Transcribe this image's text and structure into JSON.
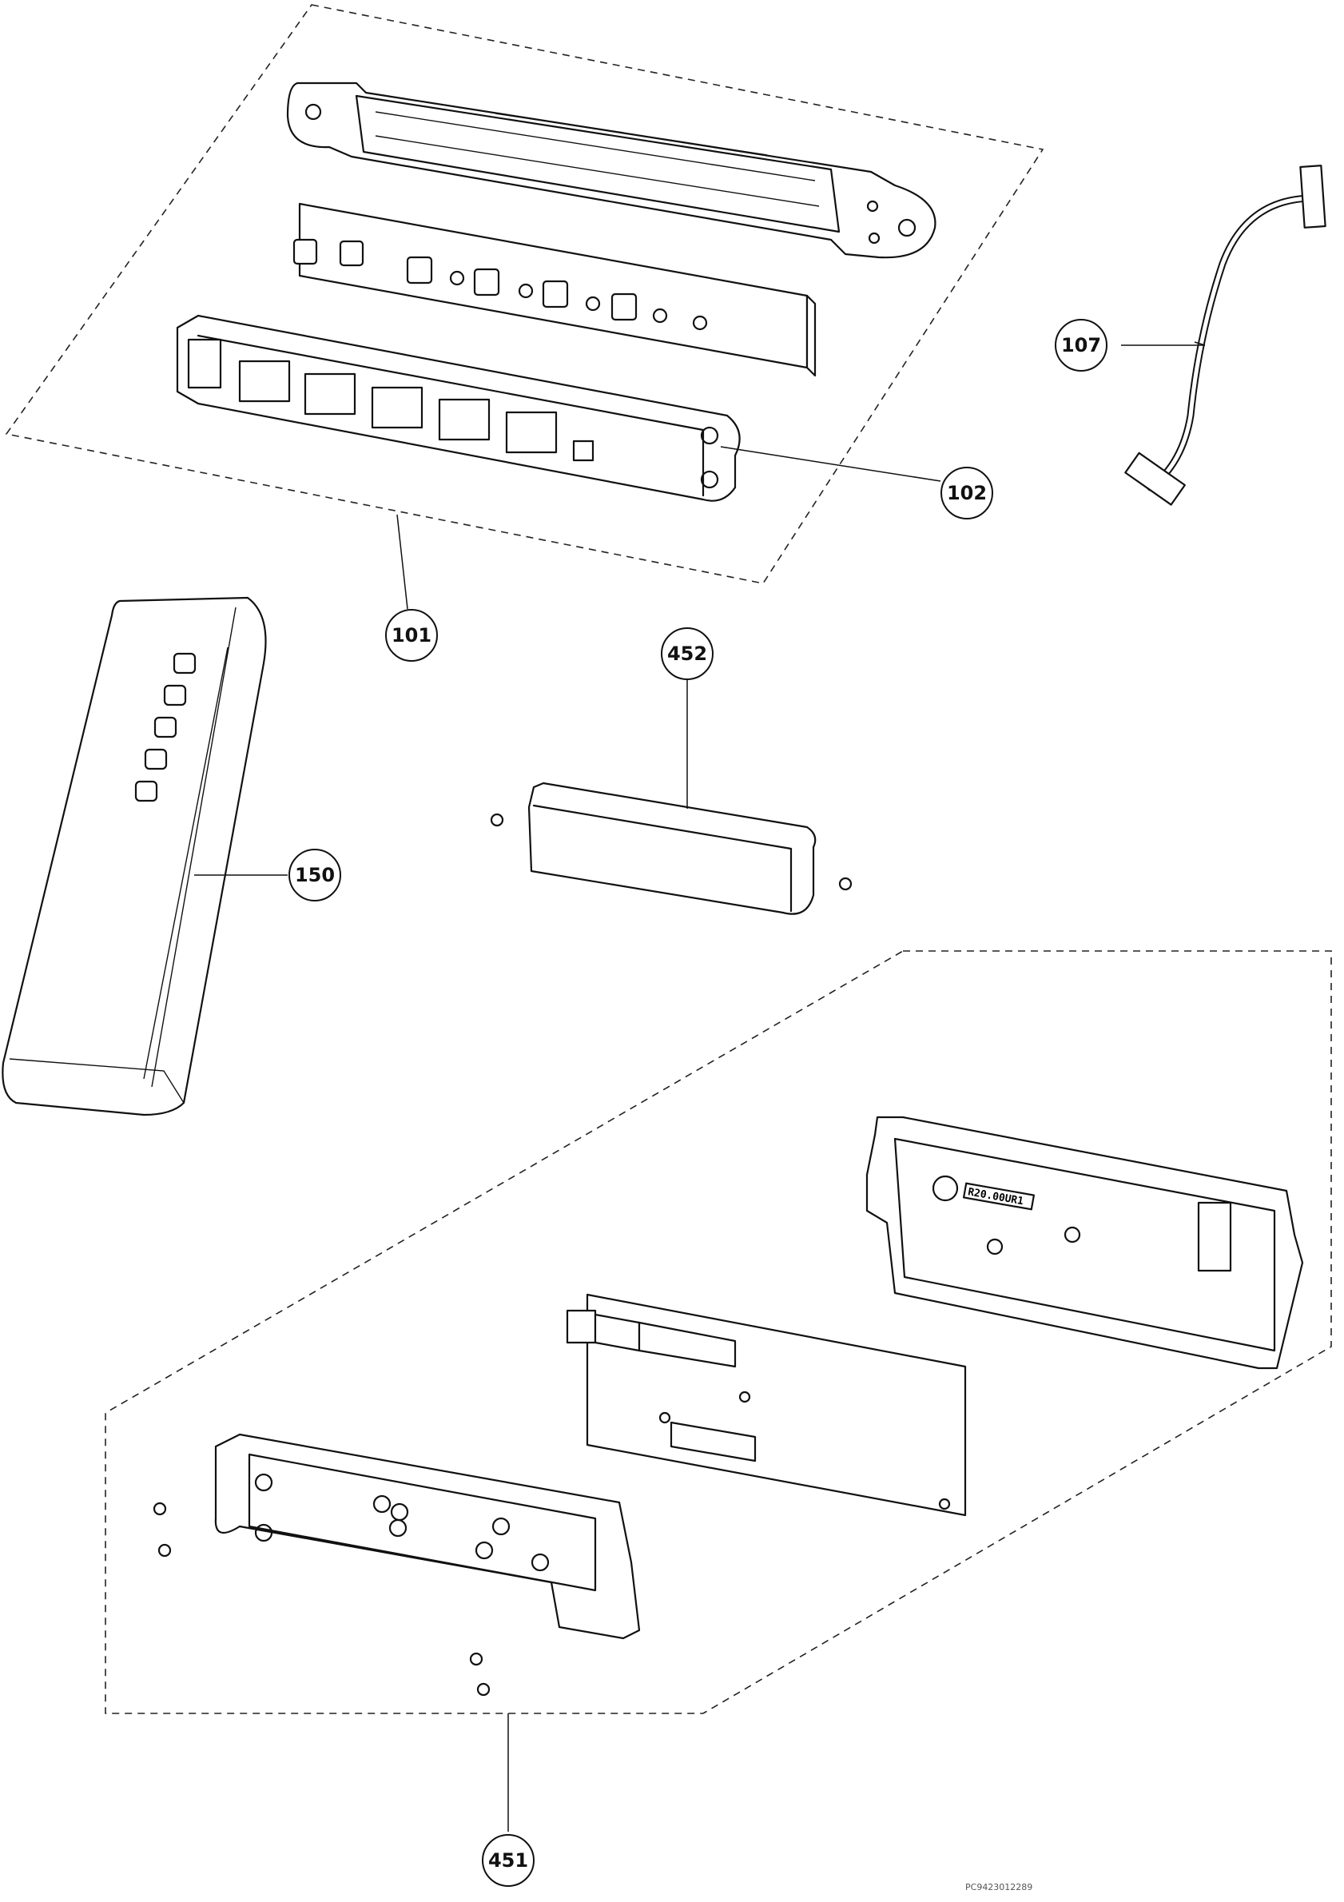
{
  "diagram": {
    "callouts": {
      "c101": "101",
      "c102": "102",
      "c107": "107",
      "c150": "150",
      "c451": "451",
      "c452": "452"
    },
    "part_marking": "R20.00UR1",
    "footer_code": "PC9423012289"
  }
}
